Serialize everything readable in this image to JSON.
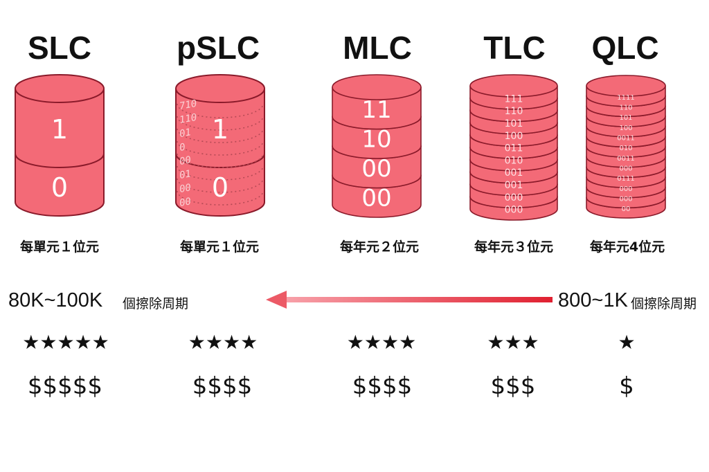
{
  "colors": {
    "fill": "#f36a77",
    "stroke": "#8a1a2a",
    "arrow": "#e23a46"
  },
  "columns": [
    {
      "title": "SLC",
      "caption": "每單元１位元",
      "stars": "★★★★★",
      "cost": "$$$$$",
      "labels": [
        "1",
        "0"
      ]
    },
    {
      "title": "pSLC",
      "caption": "每單元１位元",
      "stars": "★★★★",
      "cost": "$$$$",
      "labels": [
        "1",
        "0"
      ],
      "side_bits": [
        "710",
        "110",
        "01",
        "0",
        "00",
        "01",
        "00",
        "00"
      ]
    },
    {
      "title": "MLC",
      "caption": "每年元２位元",
      "stars": "★★★★",
      "cost": "$$$$",
      "labels": [
        "11",
        "10",
        "00",
        "00"
      ]
    },
    {
      "title": "TLC",
      "caption": "每年元３位元",
      "stars": "★★★",
      "cost": "$$$",
      "labels": [
        "111",
        "110",
        "101",
        "100",
        "011",
        "010",
        "001",
        "001",
        "000",
        "000"
      ]
    },
    {
      "title": "QLC",
      "caption": "每年元4位元",
      "stars": "★",
      "cost": "$",
      "labels": [
        "1111",
        "110",
        "101",
        "100",
        "0011",
        "010",
        "0011",
        "000",
        "0111",
        "000",
        "000",
        "00"
      ]
    }
  ],
  "endurance": {
    "left_value": "80K~100K",
    "left_label": "個擦除周期",
    "right_value": "800~1K",
    "right_label": "個擦除周期"
  }
}
